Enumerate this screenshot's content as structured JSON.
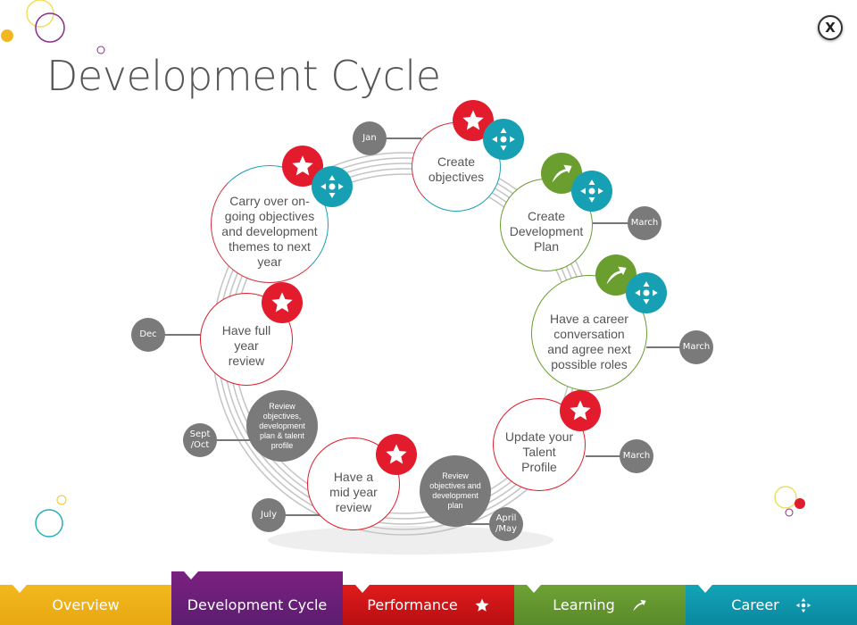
{
  "page": {
    "title": "Development Cycle",
    "close_label": "X"
  },
  "nodes": {
    "create_objectives": "Create objectives",
    "create_dev_plan": "Create Development Plan",
    "career_conversation": "Have a career conversation and agree next possible roles",
    "update_talent": "Update your Talent Profile",
    "review_obj_dev": "Review objectives and development plan",
    "mid_year": "Have a mid year review",
    "review_obj_dev_talent": "Review objectives, development plan & talent profile",
    "full_year": "Have full year review",
    "carry_over": "Carry over on-going objectives and development themes to next year"
  },
  "dates": {
    "jan": "Jan",
    "march1": "March",
    "march2": "March",
    "march3": "March",
    "dec": "Dec",
    "sept_oct": "Sept /Oct",
    "july": "July",
    "april_may": "April /May"
  },
  "nav": {
    "tabs": [
      {
        "label": "Overview",
        "color": "#f0b41c"
      },
      {
        "label": "Development Cycle",
        "color": "#7a2080",
        "active": true
      },
      {
        "label": "Performance",
        "color": "#d81c1c"
      },
      {
        "label": "Learning",
        "color": "#6c9e32"
      },
      {
        "label": "Career",
        "color": "#10a0b4"
      }
    ]
  }
}
